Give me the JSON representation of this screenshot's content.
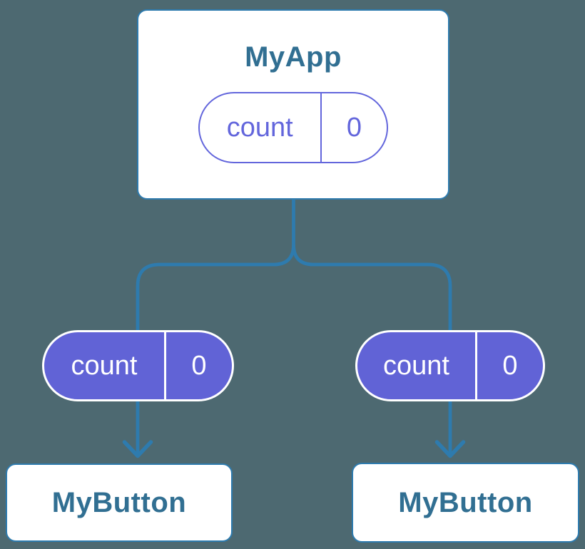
{
  "colors": {
    "background": "#4D6971",
    "line_blue": "#2E7BAE",
    "title_blue": "#316F92",
    "purple_fill": "#6163D6",
    "purple_outline": "#6366DC",
    "card_white": "#FFFFFF",
    "text_white": "#FFFFFF"
  },
  "diagram": {
    "root": {
      "title": "MyApp",
      "state": {
        "name": "count",
        "value": "0"
      }
    },
    "props": [
      {
        "name": "count",
        "value": "0"
      },
      {
        "name": "count",
        "value": "0"
      }
    ],
    "children": [
      {
        "title": "MyButton"
      },
      {
        "title": "MyButton"
      }
    ]
  }
}
